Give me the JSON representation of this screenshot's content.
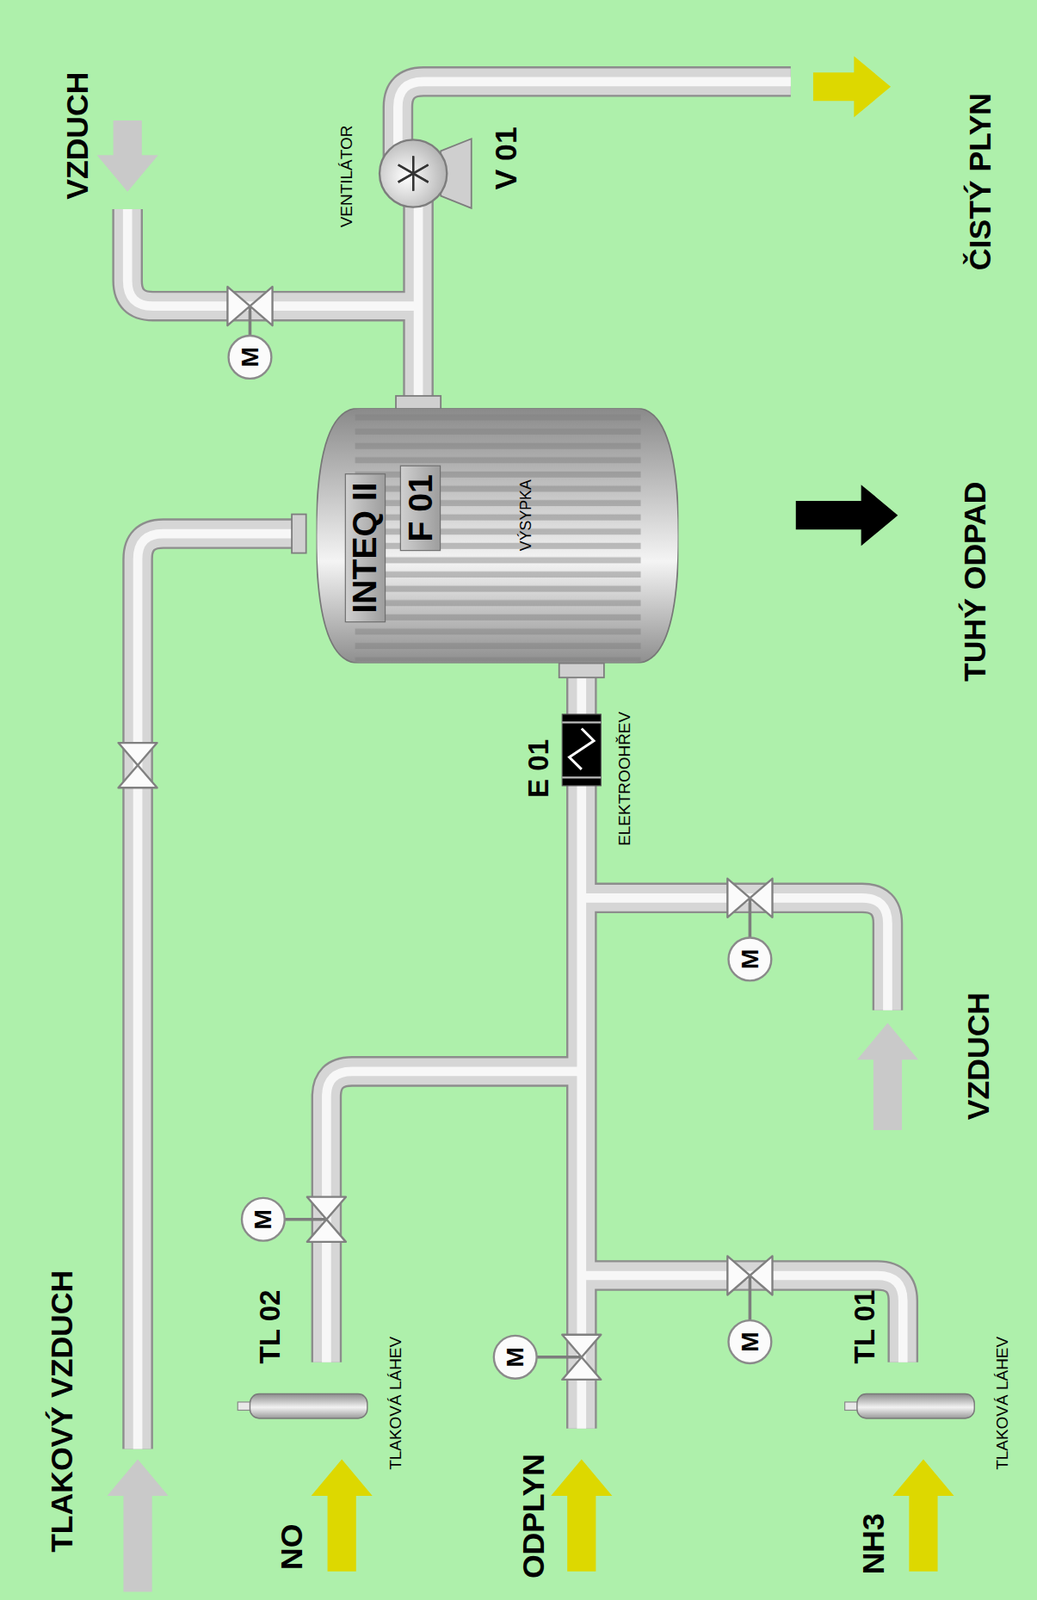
{
  "diagram": {
    "nodes": [
      {
        "text": [
          "VÝSYPKA"
        ]
      },
      {
        "text": [
          "INTEQ II"
        ],
        "in": 0
      },
      {
        "text": [
          "F 01"
        ],
        "in": 0
      },
      {
        "text": [
          "M"
        ]
      },
      {
        "text": [
          "M"
        ]
      },
      {
        "text": [
          "M"
        ]
      },
      {
        "text": [
          "M"
        ]
      },
      {
        "text": [
          "M"
        ]
      }
    ],
    "labels": [
      "TLAKOVÝ VZDUCH",
      "NO",
      "TL 02",
      "TLAKOVÁ LÁHEV",
      "ODPLYN",
      "NH3",
      "TL 01",
      "TLAKOVÁ LÁHEV",
      "VZDUCH",
      "E 01",
      "ELEKTROOHŘEV",
      "TUHÝ ODPAD",
      "VZDUCH",
      "VENTILÁTOR",
      "V 01",
      "ČISTÝ PLYN"
    ]
  }
}
